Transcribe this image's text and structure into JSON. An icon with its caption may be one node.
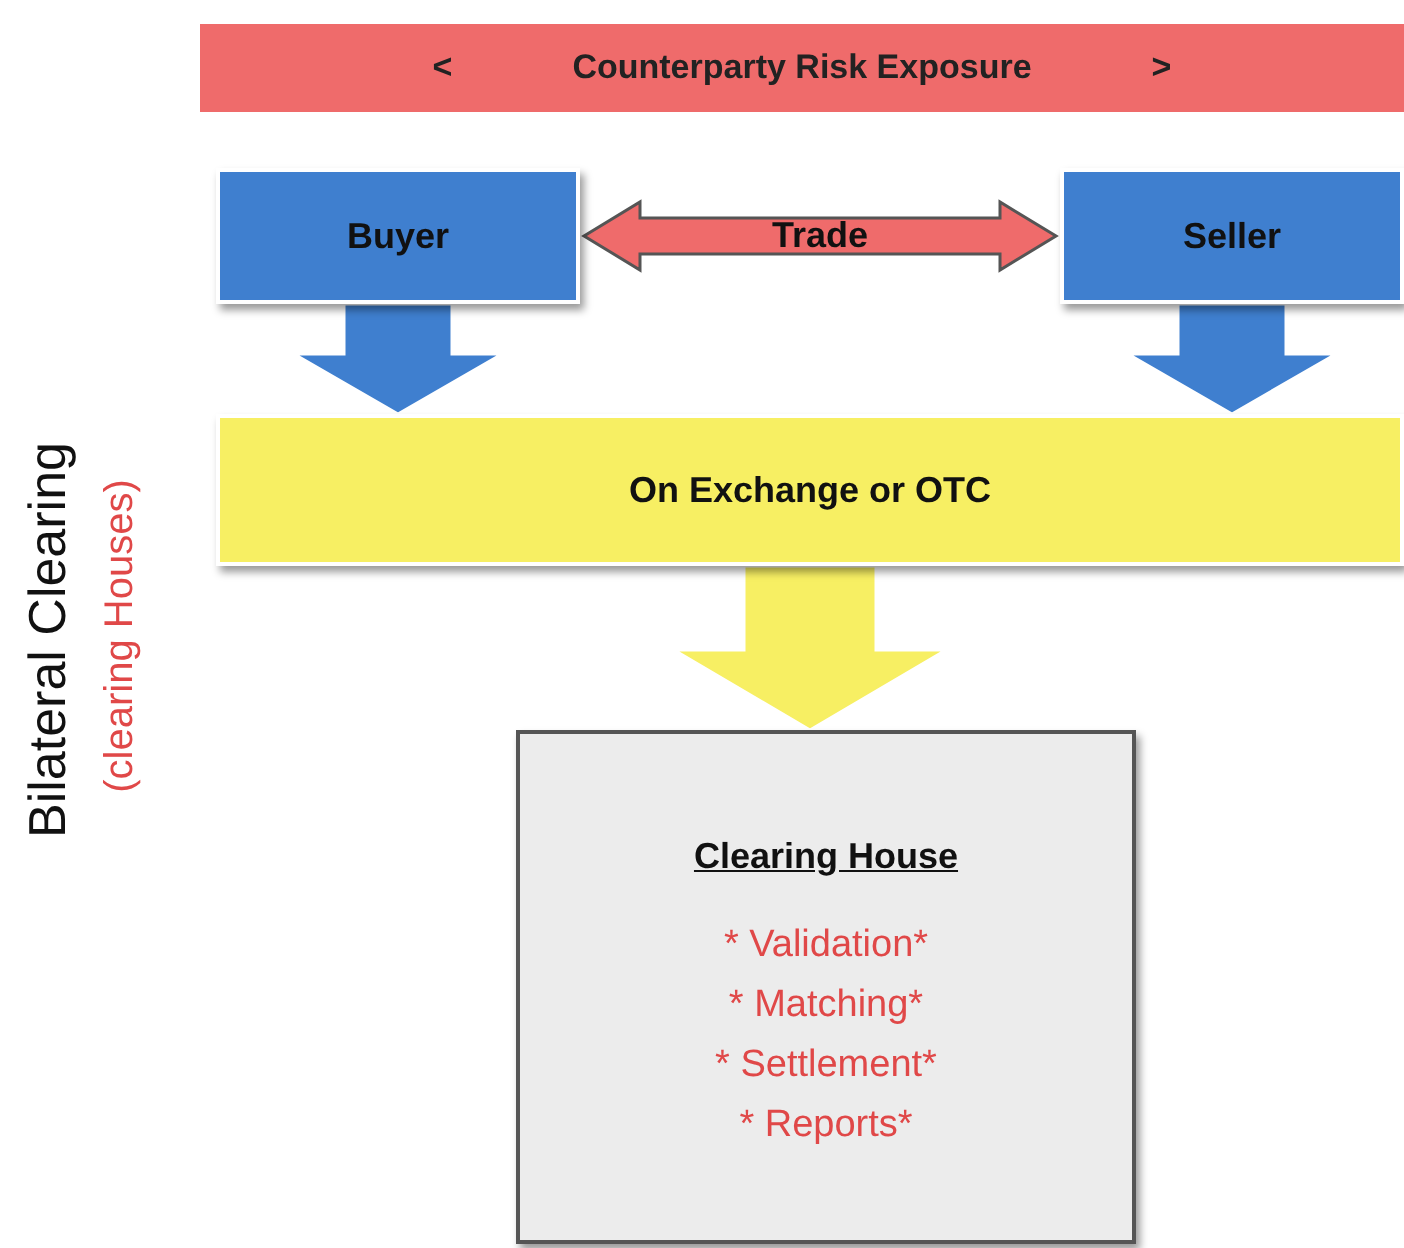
{
  "diagram": {
    "nodes": [
      {
        "text": [
          "<",
          "Counterparty Risk Exposure",
          ">"
        ]
      },
      {
        "text": [
          "Buyer"
        ]
      },
      {
        "text": [
          "Seller"
        ]
      },
      {
        "text": [
          "On Exchange or OTC"
        ]
      },
      {
        "text": [
          "Clearing House",
          "* Validation*",
          "* Matching*",
          "* Settlement*",
          "* Reports*"
        ]
      }
    ],
    "edges": [
      {
        "from": 1,
        "to": 2,
        "arrow": "both",
        "label": "Trade",
        "color": "#ef6b6b"
      },
      {
        "from": 1,
        "to": 3,
        "arrow": "to",
        "color": "#3f7fcf"
      },
      {
        "from": 2,
        "to": 3,
        "arrow": "to",
        "color": "#3f7fcf"
      },
      {
        "from": 3,
        "to": 4,
        "arrow": "to",
        "color": "#f7ef63"
      }
    ],
    "labels": [
      "Bilateral Clearing",
      "(clearing Houses)"
    ]
  }
}
